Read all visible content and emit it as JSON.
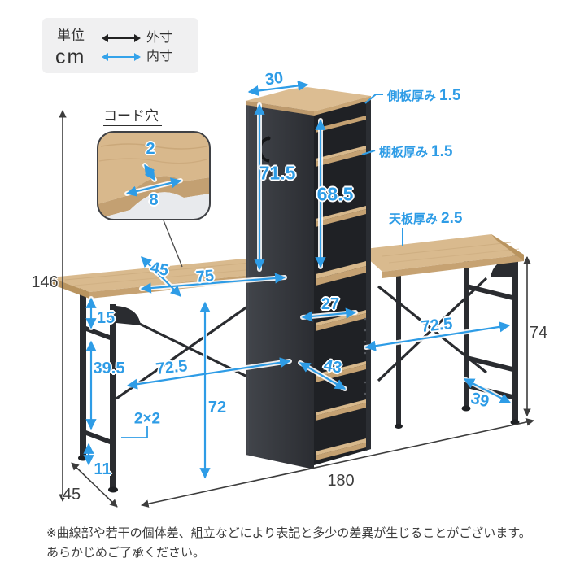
{
  "legend": {
    "unit_label": "単位",
    "unit_value": "cm",
    "outer_label": "外寸",
    "inner_label": "内寸"
  },
  "cord_hole": {
    "title": "コード穴",
    "depth": "2",
    "width": "8"
  },
  "panel_labels": {
    "side": {
      "label": "側板厚み",
      "value": "1.5"
    },
    "shelf": {
      "label": "棚板厚み",
      "value": "1.5"
    },
    "top": {
      "label": "天板厚み",
      "value": "2.5"
    }
  },
  "dims": {
    "tower_top_width": "30",
    "tower_outer_height": "71.5",
    "tower_inner_height": "68.5",
    "desk_depth_top": "45",
    "desk_left_width": "75",
    "apron_offset": "15",
    "leg_section": "39.5",
    "left_inner_width": "72.5",
    "under_desk_height": "72",
    "leg_size": "2×2",
    "foot_height": "11",
    "total_height": "146",
    "total_width": "180",
    "base_depth": "45",
    "shelf_inner_width": "27",
    "shelf_depth": "43",
    "right_inner_width": "72.5",
    "right_desk_height": "74",
    "right_side_inner": "39"
  },
  "colors": {
    "inner_blue": "#2e9ce6",
    "outer_black": "#3d3d3d",
    "wood": "#d9ba8e",
    "metal": "#2a2c30"
  },
  "notes": {
    "line1": "※曲線部や若干の個体差、組立などにより表記と多少の差異が生じることがございます。",
    "line2": "あらかじめご了承ください。"
  }
}
